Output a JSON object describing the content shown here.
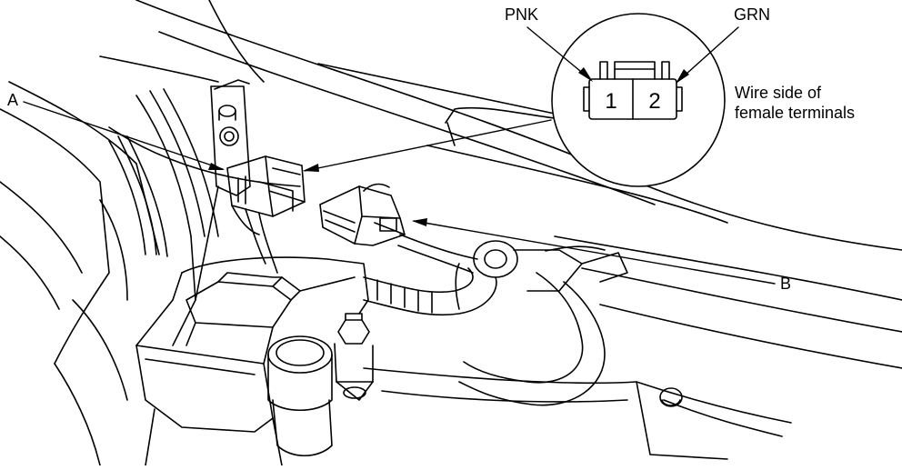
{
  "callouts": {
    "a": "A",
    "b": "B"
  },
  "connector_view": {
    "wire_left": "PNK",
    "wire_right": "GRN",
    "pin_1": "1",
    "pin_2": "2",
    "caption_line1": "Wire side of",
    "caption_line2": "female terminals"
  }
}
